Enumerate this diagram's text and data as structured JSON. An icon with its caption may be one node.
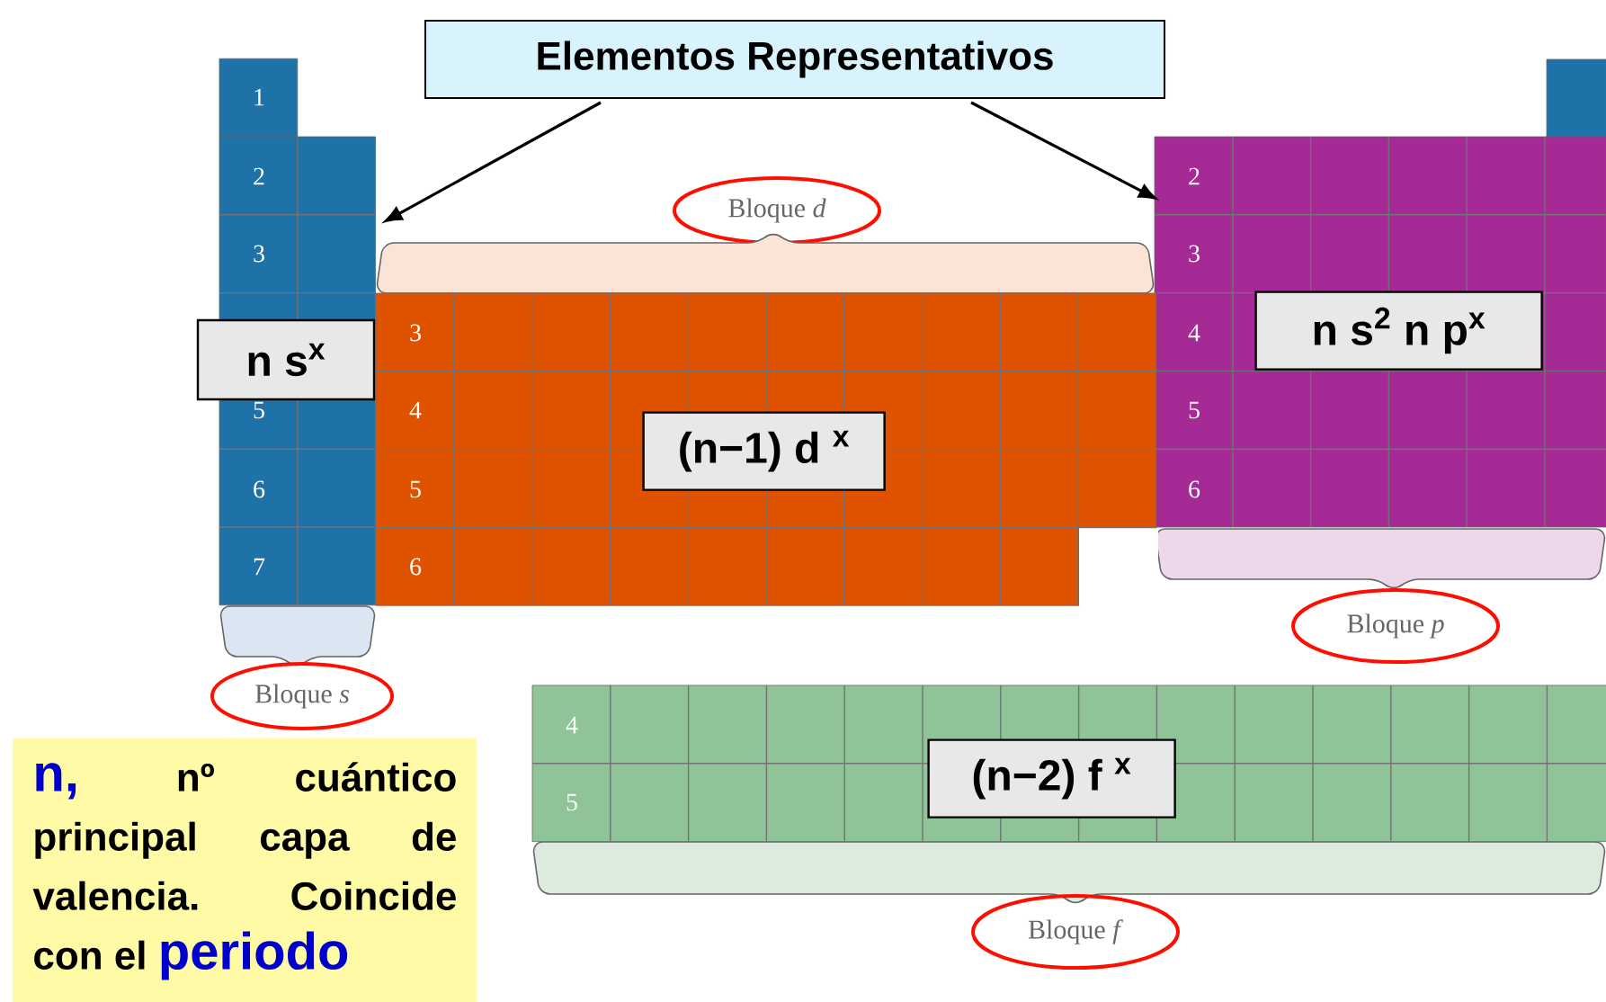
{
  "diagram": {
    "nodes": [
      {
        "text": [
          "Elementos Representativos"
        ]
      },
      {
        "text": [],
        "shape": "box"
      },
      {
        "text": [],
        "shape": "box"
      },
      {
        "text": [
          "Bloque *d*"
        ]
      },
      {
        "text": [
          "n s$^{x}$"
        ]
      },
      {
        "text": [],
        "shape": "box"
      },
      {
        "text": [
          "(n−1) d $^{x}$"
        ],
        "in": 5
      },
      {
        "text": [
          "n s$^{2}$ n p$^{x}$"
        ],
        "in": 2
      },
      {
        "text": [
          "Bloque *p*"
        ]
      },
      {
        "text": [
          "Bloque *s*"
        ]
      },
      {
        "text": [
          "n,",
          "nº cuántico principal capa de valencia. Coincide con el",
          "periodo"
        ]
      },
      {
        "text": [],
        "shape": "box"
      },
      {
        "text": [
          "(n−2) f $^{x}$"
        ],
        "in": 11
      },
      {
        "text": [
          "Bloque *f*"
        ]
      }
    ],
    "edges": [
      {
        "from": 0,
        "to": 1,
        "arrow": "to"
      },
      {
        "from": 0,
        "to": 2,
        "arrow": "to"
      }
    ],
    "labels": [
      "1",
      "2",
      "3",
      "5",
      "6",
      "7",
      "3",
      "4",
      "5",
      "6",
      "2",
      "3",
      "4",
      "5",
      "6",
      "4",
      "5"
    ]
  }
}
